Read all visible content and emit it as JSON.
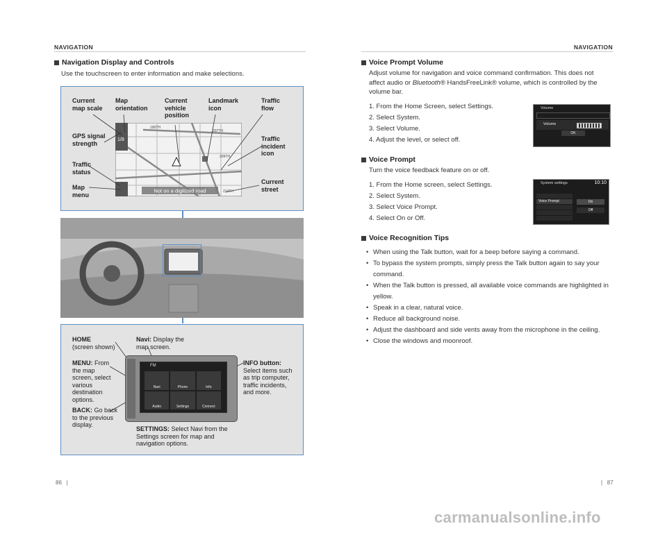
{
  "header": {
    "left": "NAVIGATION",
    "right": "NAVIGATION"
  },
  "left": {
    "section_title": "Navigation Display and Controls",
    "intro": "Use the touchscreen to enter information and make selections.",
    "map_callouts": {
      "scale": "Current map scale",
      "orientation": "Map orientation",
      "vehicle": "Current vehicle position",
      "landmark": "Landmark icon",
      "traffic_flow": "Traffic flow",
      "gps": "GPS signal strength",
      "incident": "Traffic incident icon",
      "traffic_status": "Traffic status",
      "map_menu": "Map menu",
      "street": "Current street"
    },
    "map_screen": {
      "scale": "1/8",
      "road_banner": "Not on a digitized road",
      "streets": [
        "207TH",
        "209TH",
        "214TH",
        "190TH"
      ]
    },
    "home_callouts": {
      "home_title": "HOME",
      "home_sub": "(screen shown)",
      "menu_title": "MENU:",
      "menu_text": "From the map screen, select various destination options.",
      "back_title": "BACK:",
      "back_text": "Go back to the previous display.",
      "navi_title": "Navi:",
      "navi_text": "Display the map screen.",
      "info_title": "INFO button:",
      "info_text": "Select items such as trip computer, traffic incidents, and more.",
      "settings_title": "SETTINGS:",
      "settings_text": "Select Navi from the Settings screen for map and navigation options."
    },
    "home_screen": {
      "band": "FM",
      "tiles": [
        "Navi",
        "Phone",
        "Info",
        "Audio",
        "Settings",
        "Connect"
      ]
    }
  },
  "right": {
    "voice_prompt_volume": {
      "title": "Voice Prompt Volume",
      "text_a": "Adjust volume for navigation and voice command confirmation. This does not affect audio or ",
      "text_italic": "Bluetooth",
      "text_b": "® HandsFreeLink® volume, which is controlled by the volume bar.",
      "steps": [
        "1. From the Home Screen, select Settings.",
        "2. Select System.",
        "3. Select Volume.",
        "4. Adjust the level, or select off."
      ],
      "screen": {
        "title": "Volume",
        "row": "Volume",
        "ok": "OK"
      }
    },
    "voice_prompt": {
      "title": "Voice Prompt",
      "text": "Turn the voice feedback feature on or off.",
      "steps": [
        "1. From the Home screen, select Settings.",
        "2. Select System.",
        "3. Select Voice Prompt.",
        "4. Select On or Off."
      ],
      "screen": {
        "title": "System settings",
        "time": "10:10",
        "row": "Voice Prompt",
        "on": "On",
        "off": "Off"
      }
    },
    "voice_tips": {
      "title": "Voice Recognition Tips",
      "items": [
        "When using the Talk button, wait for a beep before saying a command.",
        "To bypass the system prompts, simply press the Talk button again to say your command.",
        "When the Talk button is pressed, all available voice commands are highlighted in yellow.",
        "Speak in a clear, natural voice.",
        "Reduce all background noise.",
        "Adjust the dashboard and side vents away from the microphone in the ceiling.",
        "Close the windows and moonroof."
      ]
    }
  },
  "footer": {
    "left_page": "86",
    "right_page": "87"
  },
  "watermark": "carmanualsonline.info",
  "colors": {
    "panel_border": "#5b8fc4",
    "connector": "#5b8fc4",
    "panel_bg": "#e3e3e3"
  }
}
